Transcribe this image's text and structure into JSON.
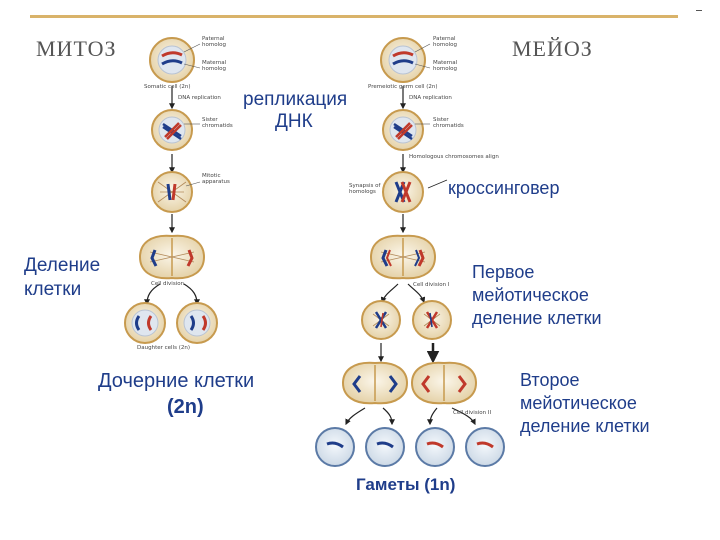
{
  "colors": {
    "rule": "#d9b36a",
    "label": "#1f3d8a",
    "cell_fill": "#eee1c4",
    "cell_edge": "#c79a4e",
    "paternal": "#c0392b",
    "maternal": "#1f3d8a"
  },
  "titles": {
    "mitosis": "МИТОЗ",
    "meiosis": "МЕЙОЗ"
  },
  "labels": {
    "replication_1": "репликация",
    "replication_2": "ДНК",
    "crossing_over": "кроссинговер",
    "cell_division_1": "Деление",
    "cell_division_2": "клетки",
    "first_division_1": "Первое",
    "first_division_2": "мейотическое",
    "first_division_3": "деление клетки",
    "daughter_cells": "Дочерние клетки",
    "two_n": "(2n)",
    "second_division_1": "Второе",
    "second_division_2": "мейотическое",
    "second_division_3": "деление клетки",
    "gametes": "Гаметы  (1n)"
  },
  "small_labels": {
    "paternal_homolog_l": "Paternal homolog",
    "maternal_homolog_l": "Maternal homolog",
    "somatic_cell": "Somatic cell (2n)",
    "dna_replication_l": "DNA replication",
    "sister_chromatids_l": "Sister chromatids",
    "mitotic_apparatus": "Mitotic apparatus",
    "cell_division_small": "Cell division",
    "daughter_cells_small": "Daughter cells (2n)",
    "paternal_homolog_r": "Paternal homolog",
    "maternal_homolog_r": "Maternal homolog",
    "premeiotic_cell": "Premeiotic germ cell (2n)",
    "dna_replication_r": "DNA replication",
    "sister_chromatids_r": "Sister chromatids",
    "homologous_align": "Homologous chromosomes align",
    "synapsis": "Synapsis of homologs",
    "cell_division_i": "Cell division I",
    "cell_division_ii": "Cell division II"
  }
}
